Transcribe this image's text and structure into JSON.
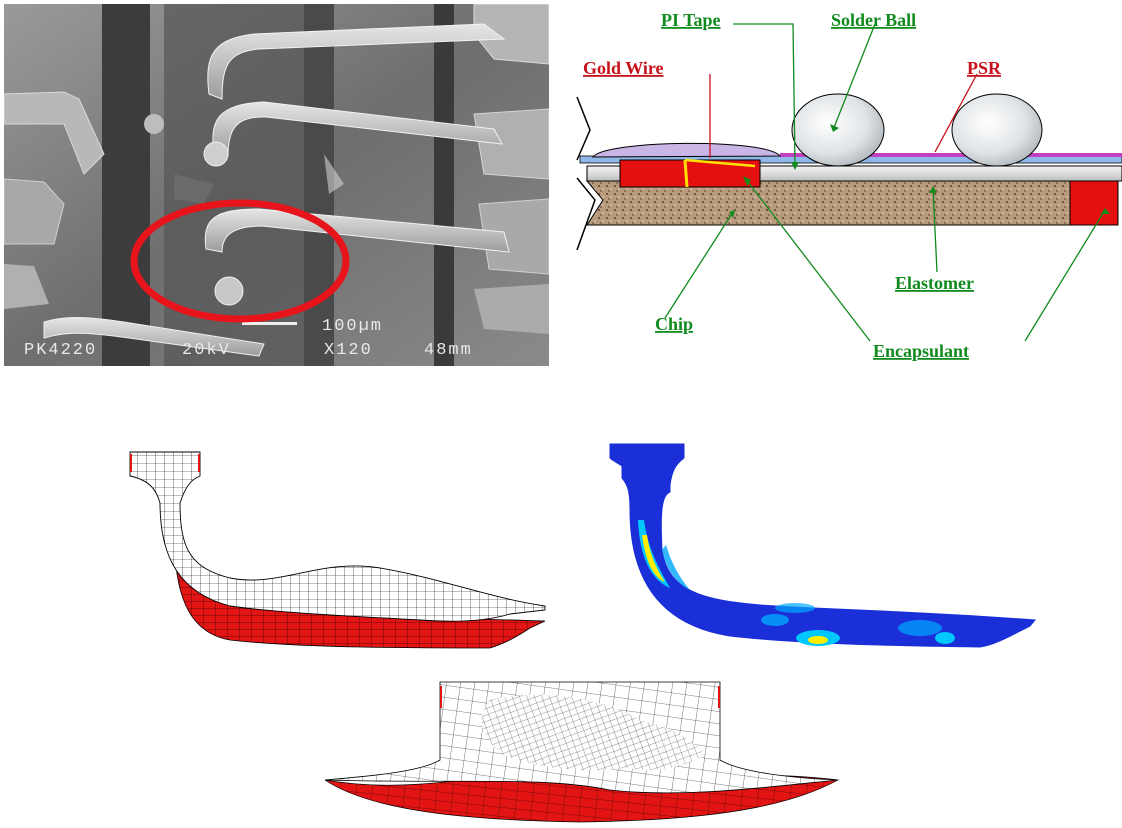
{
  "sem_image": {
    "scale_bar_label": "100µm",
    "footer": [
      "PK4220",
      "20kV",
      "X120",
      "48mm"
    ],
    "highlight_color": "#e8141b"
  },
  "schematic": {
    "labels": {
      "pi_tape": "PI Tape",
      "solder_ball": "Solder Ball",
      "gold_wire": "Gold Wire",
      "psr": "PSR",
      "chip": "Chip",
      "elastomer": "Elastomer",
      "encapsulant": "Encapsulant"
    },
    "colors": {
      "green_label": "#118a1e",
      "red_label": "#c8101a",
      "gold_wire": "#ffe000",
      "red_fill": "#e41010",
      "tape": "#8fb8e8",
      "psr": "#c040c0"
    }
  },
  "fea": {
    "deformed_color": "#e31414",
    "contour_base_color": "#1a2fd8"
  }
}
